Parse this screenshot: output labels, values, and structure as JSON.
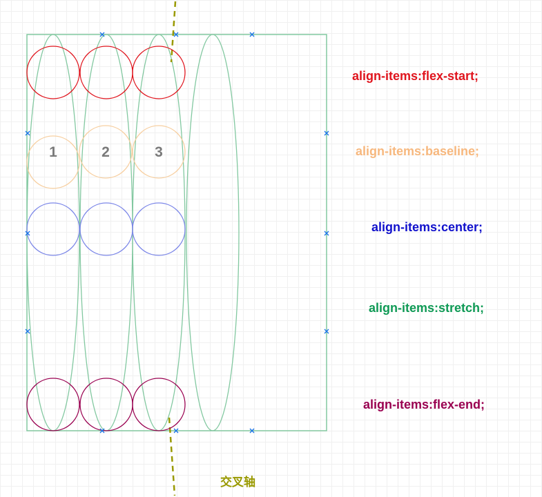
{
  "labels": {
    "flex_start": "align-items:flex-start;",
    "baseline": "align-items:baseline;",
    "center": "align-items:center;",
    "stretch": "align-items:stretch;",
    "flex_end": "align-items:flex-end;"
  },
  "cross_axis_label": "交叉轴",
  "item_numbers": [
    "1",
    "2",
    "3"
  ],
  "colors": {
    "flex_start": "#e0141d",
    "baseline": "#f7b87e",
    "center": "#1111cc",
    "stretch": "#0f9a55",
    "flex_end": "#990050",
    "container": "#82c8a0",
    "axis": "#999900",
    "handle": "#1a73e8"
  }
}
